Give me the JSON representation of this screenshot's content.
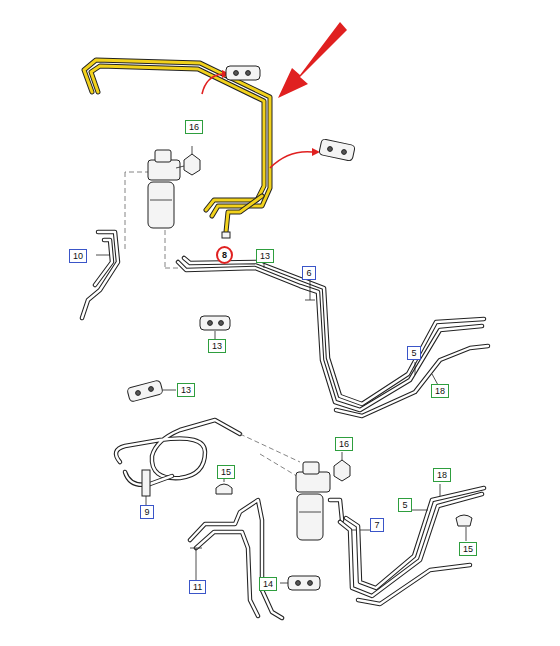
{
  "diagram": {
    "labels": [
      "16",
      "10",
      "8",
      "13",
      "6",
      "13",
      "5",
      "18",
      "13",
      "16",
      "15",
      "9",
      "7",
      "18",
      "5",
      "15",
      "11",
      "14"
    ]
  }
}
